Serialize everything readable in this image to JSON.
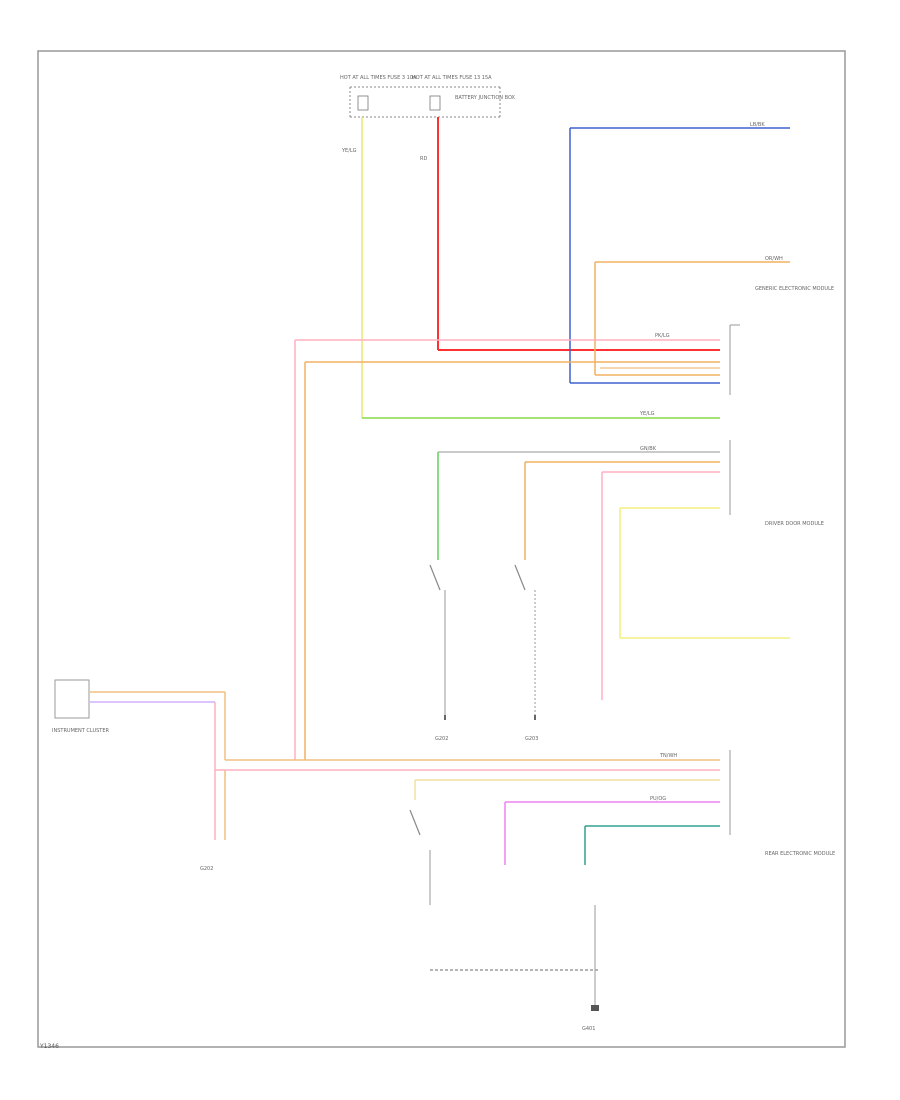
{
  "diagram": {
    "page_ref": "Y1346",
    "nodes": {
      "fuse_left": "HOT AT ALL TIMES FUSE 3 10A",
      "fuse_right": "HOT AT ALL TIMES FUSE 13 15A",
      "fuse_box": "BATTERY JUNCTION BOX",
      "module_right_top": "GENERIC ELECTRONIC MODULE",
      "module_right_mid": "DRIVER DOOR MODULE",
      "module_right_bot": "REAR ELECTRONIC MODULE",
      "instrument_cluster": "INSTRUMENT CLUSTER",
      "ground_1": "G202",
      "ground_2": "G203",
      "ground_3": "G401"
    },
    "wire_labels": {
      "ppk": "PK/LG",
      "rd": "RD",
      "ye": "YE/LG",
      "gn": "GN/BK",
      "or": "OR/WH",
      "bu": "LB/BK",
      "pu": "PU/OG",
      "tg": "TN/WH"
    }
  }
}
